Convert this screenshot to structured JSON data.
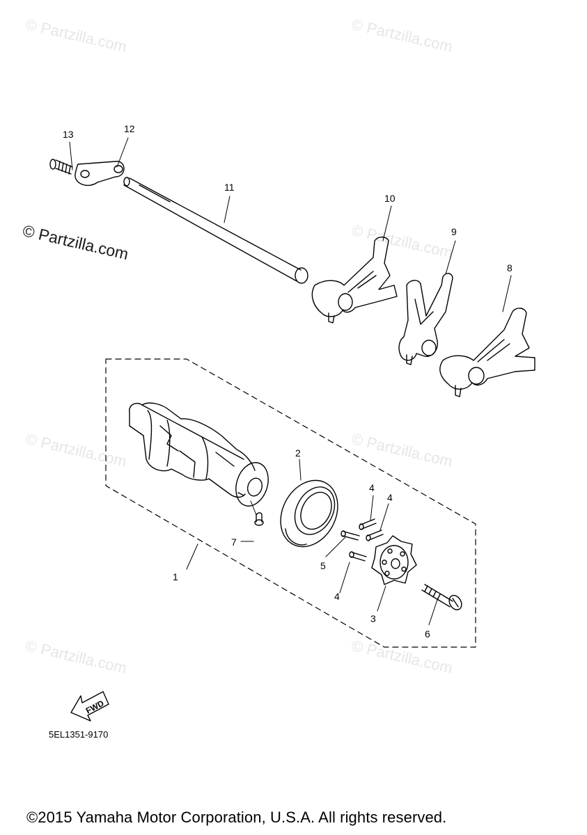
{
  "watermark": "© Partzilla.com",
  "watermark_prominent": "© Partzilla.com",
  "callouts": {
    "c1": "1",
    "c2": "2",
    "c3": "3",
    "c4a": "4",
    "c4b": "4",
    "c4c": "4",
    "c5": "5",
    "c6": "6",
    "c7": "7",
    "c8": "8",
    "c9": "9",
    "c10": "10",
    "c11": "11",
    "c12": "12",
    "c13": "13"
  },
  "direction_tag": "FWD",
  "diagram_code": "5EL1351-9170",
  "copyright": "©2015 Yamaha Motor Corporation, U.S.A. All rights reserved."
}
